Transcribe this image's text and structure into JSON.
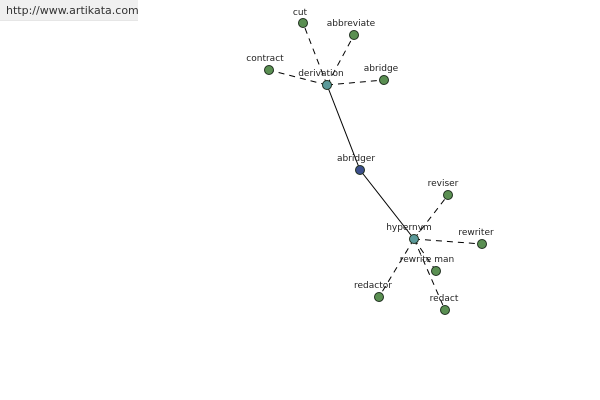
{
  "url_text": "http://www.artikata.com",
  "colors": {
    "leaf": "#5a8f52",
    "hub": "#5b9a9a",
    "center": "#3c4f8c"
  },
  "nodes": [
    {
      "id": "abridger",
      "label": "abridger",
      "kind": "center"
    },
    {
      "id": "derivation",
      "label": "derivation",
      "kind": "hub"
    },
    {
      "id": "hypernym",
      "label": "hypernym",
      "kind": "hub"
    },
    {
      "id": "cut",
      "label": "cut",
      "kind": "leaf"
    },
    {
      "id": "abbreviate",
      "label": "abbreviate",
      "kind": "leaf"
    },
    {
      "id": "contract",
      "label": "contract",
      "kind": "leaf"
    },
    {
      "id": "abridge",
      "label": "abridge",
      "kind": "leaf"
    },
    {
      "id": "reviser",
      "label": "reviser",
      "kind": "leaf"
    },
    {
      "id": "rewriter",
      "label": "rewriter",
      "kind": "leaf"
    },
    {
      "id": "rewrite_man",
      "label": "rewrite man",
      "kind": "leaf"
    },
    {
      "id": "redactor",
      "label": "redactor",
      "kind": "leaf"
    },
    {
      "id": "redact",
      "label": "redact",
      "kind": "leaf"
    }
  ],
  "edges": [
    {
      "from": "abridger",
      "to": "derivation",
      "style": "solid"
    },
    {
      "from": "abridger",
      "to": "hypernym",
      "style": "solid"
    },
    {
      "from": "derivation",
      "to": "cut",
      "style": "dashed"
    },
    {
      "from": "derivation",
      "to": "abbreviate",
      "style": "dashed"
    },
    {
      "from": "derivation",
      "to": "contract",
      "style": "dashed"
    },
    {
      "from": "derivation",
      "to": "abridge",
      "style": "dashed"
    },
    {
      "from": "hypernym",
      "to": "reviser",
      "style": "dashed"
    },
    {
      "from": "hypernym",
      "to": "rewriter",
      "style": "dashed"
    },
    {
      "from": "hypernym",
      "to": "rewrite_man",
      "style": "dashed"
    },
    {
      "from": "hypernym",
      "to": "redactor",
      "style": "dashed"
    },
    {
      "from": "hypernym",
      "to": "redact",
      "style": "dashed"
    }
  ]
}
